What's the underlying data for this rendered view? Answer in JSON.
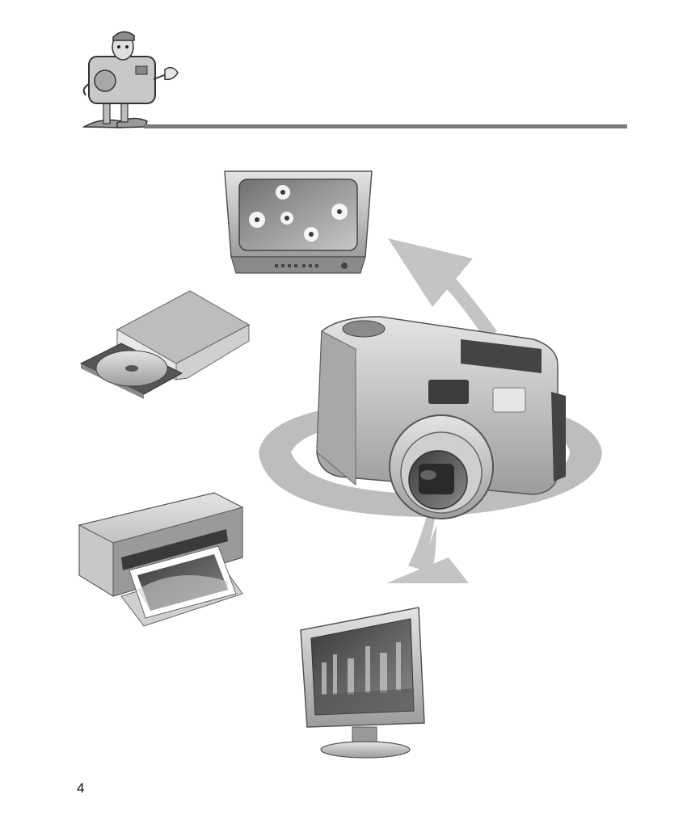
{
  "page": {
    "page_number": "4"
  },
  "illustrations": [
    {
      "name": "camera-mascot",
      "icon": "cartoon-camera-character"
    },
    {
      "name": "television",
      "icon": "tv-icon"
    },
    {
      "name": "cd-drive",
      "icon": "cd-rom-drive-icon"
    },
    {
      "name": "digital-camera",
      "icon": "camera-icon"
    },
    {
      "name": "inkjet-printer",
      "icon": "printer-icon"
    },
    {
      "name": "lcd-monitor",
      "icon": "monitor-icon"
    }
  ],
  "colors": {
    "rule": "#7a7a7a",
    "arrow": "#bdbdbd",
    "body_light": "#d9d9d9",
    "body_dark": "#8c8c8c"
  }
}
